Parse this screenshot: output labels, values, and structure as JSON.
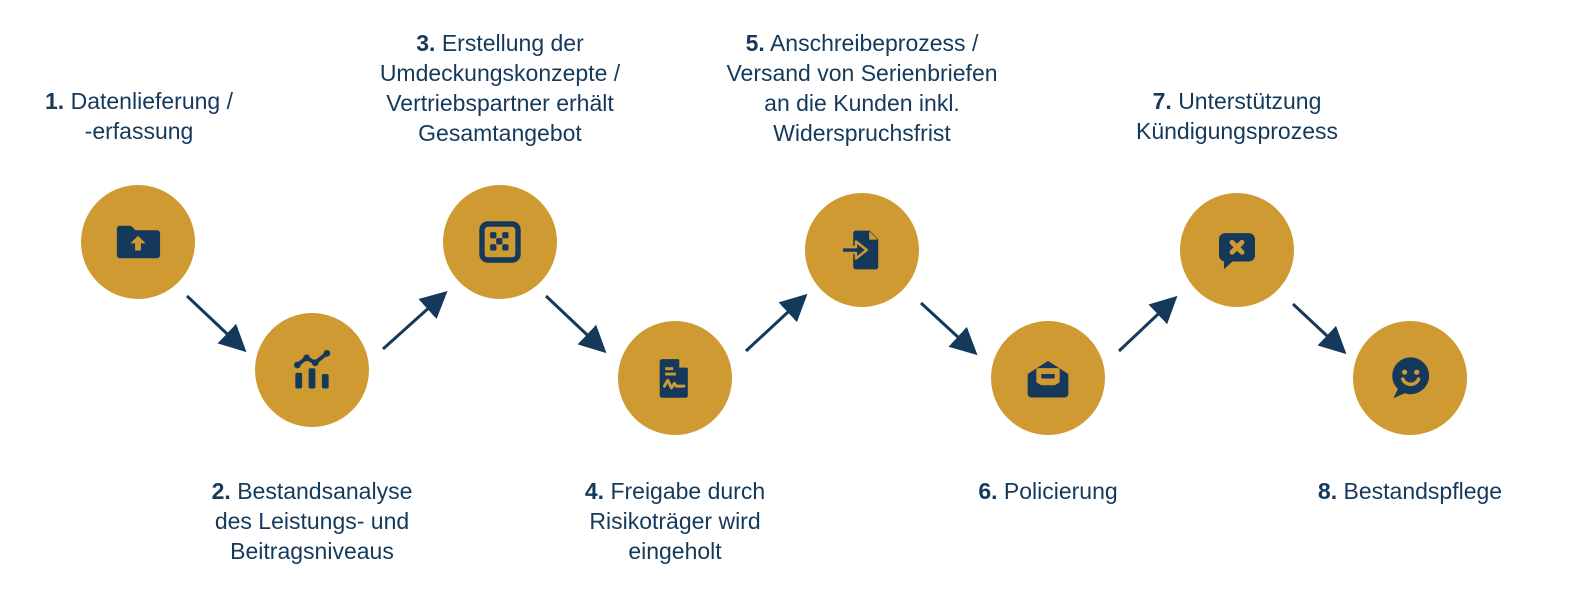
{
  "diagram": {
    "type": "process-flow",
    "step_count": 8,
    "colors": {
      "circle_fill": "#D09A33",
      "icon_and_text": "#14395B",
      "background": "#FFFFFF"
    }
  },
  "steps": [
    {
      "number": "1.",
      "label": "Datenlieferung /\n-erfassung",
      "icon": "folder-upload-icon"
    },
    {
      "number": "2.",
      "label": "Bestandsanalyse\ndes Leistungs- und\nBeitragsniveaus",
      "icon": "chart-analysis-icon"
    },
    {
      "number": "3.",
      "label": "Erstellung der\nUmdeckungskonzepte /\nVertriebspartner erhält\nGesamtangebot",
      "icon": "concept-grid-icon"
    },
    {
      "number": "4.",
      "label": "Freigabe durch\nRisikoträger wird\neingeholt",
      "icon": "approval-document-icon"
    },
    {
      "number": "5.",
      "label": "Anschreibeprozess /\nVersand von Serienbriefen\nan die Kunden inkl.\nWiderspruchsfrist",
      "icon": "send-document-icon"
    },
    {
      "number": "6.",
      "label": "Policierung",
      "icon": "envelope-policy-icon"
    },
    {
      "number": "7.",
      "label": "Unterstützung\nKündigungsprozess",
      "icon": "chat-cancel-icon"
    },
    {
      "number": "8.",
      "label": "Bestandspflege",
      "icon": "chat-smile-icon"
    }
  ]
}
